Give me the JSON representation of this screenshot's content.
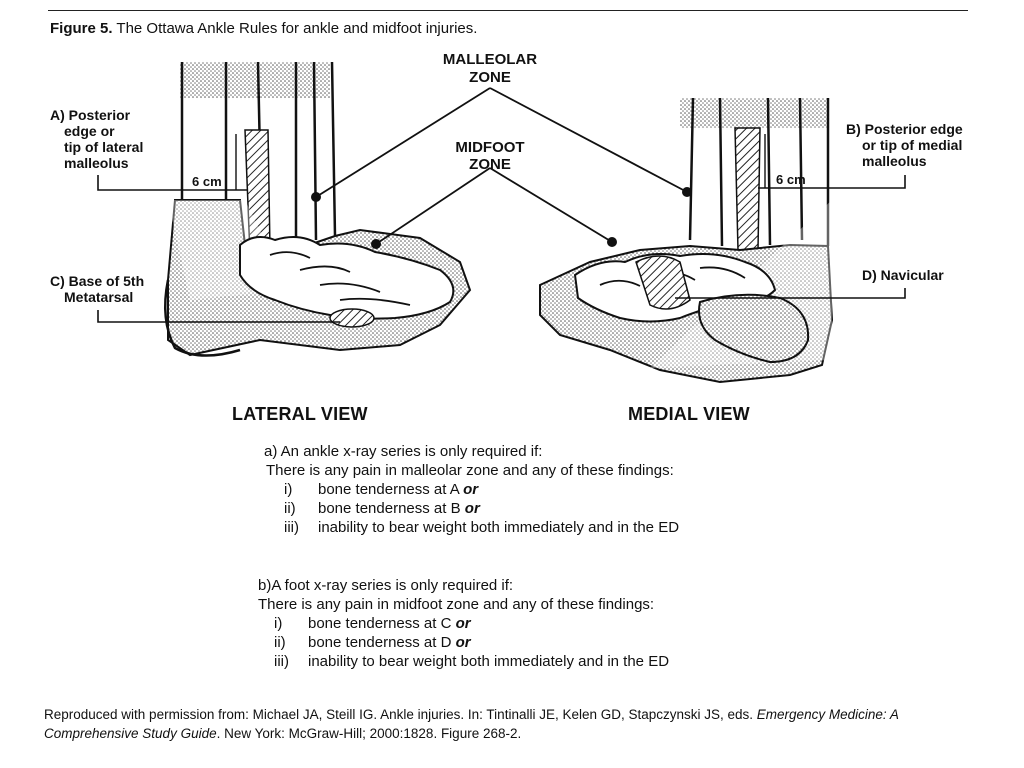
{
  "figure": {
    "number": "Figure 5.",
    "title": "The Ottawa Ankle Rules for ankle and midfoot injuries."
  },
  "zones": {
    "malleolar_line1": "MALLEOLAR",
    "malleolar_line2": "ZONE",
    "midfoot_line1": "MIDFOOT",
    "midfoot_line2": "ZONE"
  },
  "labels": {
    "a": [
      "A) Posterior",
      "edge or",
      "tip of lateral",
      "malleolus"
    ],
    "b": [
      "B) Posterior edge",
      "or tip of medial",
      "malleolus"
    ],
    "c": [
      "C) Base of 5th",
      "Metatarsal"
    ],
    "d": "D) Navicular",
    "cm_left": "6 cm",
    "cm_right": "6 cm"
  },
  "views": {
    "lateral": "LATERAL VIEW",
    "medial": "MEDIAL VIEW"
  },
  "ankle_rule": {
    "heading": "a) An ankle x-ray series is only required if:",
    "condition": "There is any pain in malleolar zone and any of these findings:",
    "items": [
      {
        "num": "i)",
        "text": "bone tenderness at A ",
        "conj": "or"
      },
      {
        "num": "ii)",
        "text": "bone tenderness at B ",
        "conj": "or"
      },
      {
        "num": "iii)",
        "text": "inability to bear weight both immediately and in the ED",
        "conj": ""
      }
    ]
  },
  "foot_rule": {
    "heading": "b)A foot x-ray series is only required if:",
    "condition": "There is any pain in midfoot zone and any of these findings:",
    "items": [
      {
        "num": "i)",
        "text": "bone tenderness at C ",
        "conj": "or"
      },
      {
        "num": "ii)",
        "text": "bone tenderness at D ",
        "conj": "or"
      },
      {
        "num": "iii)",
        "text": "inability to bear weight both immediately and in the ED",
        "conj": ""
      }
    ]
  },
  "citation": {
    "prefix": "Reproduced with permission from: Michael JA, Steill IG. Ankle injuries. In: Tintinalli JE, Kelen GD, Stapczynski JS, eds. ",
    "book_title": "Emergency Medicine: A Comprehensive Study Guide",
    "suffix": ". New York: McGraw-Hill; 2000:1828. Figure 268-2."
  }
}
